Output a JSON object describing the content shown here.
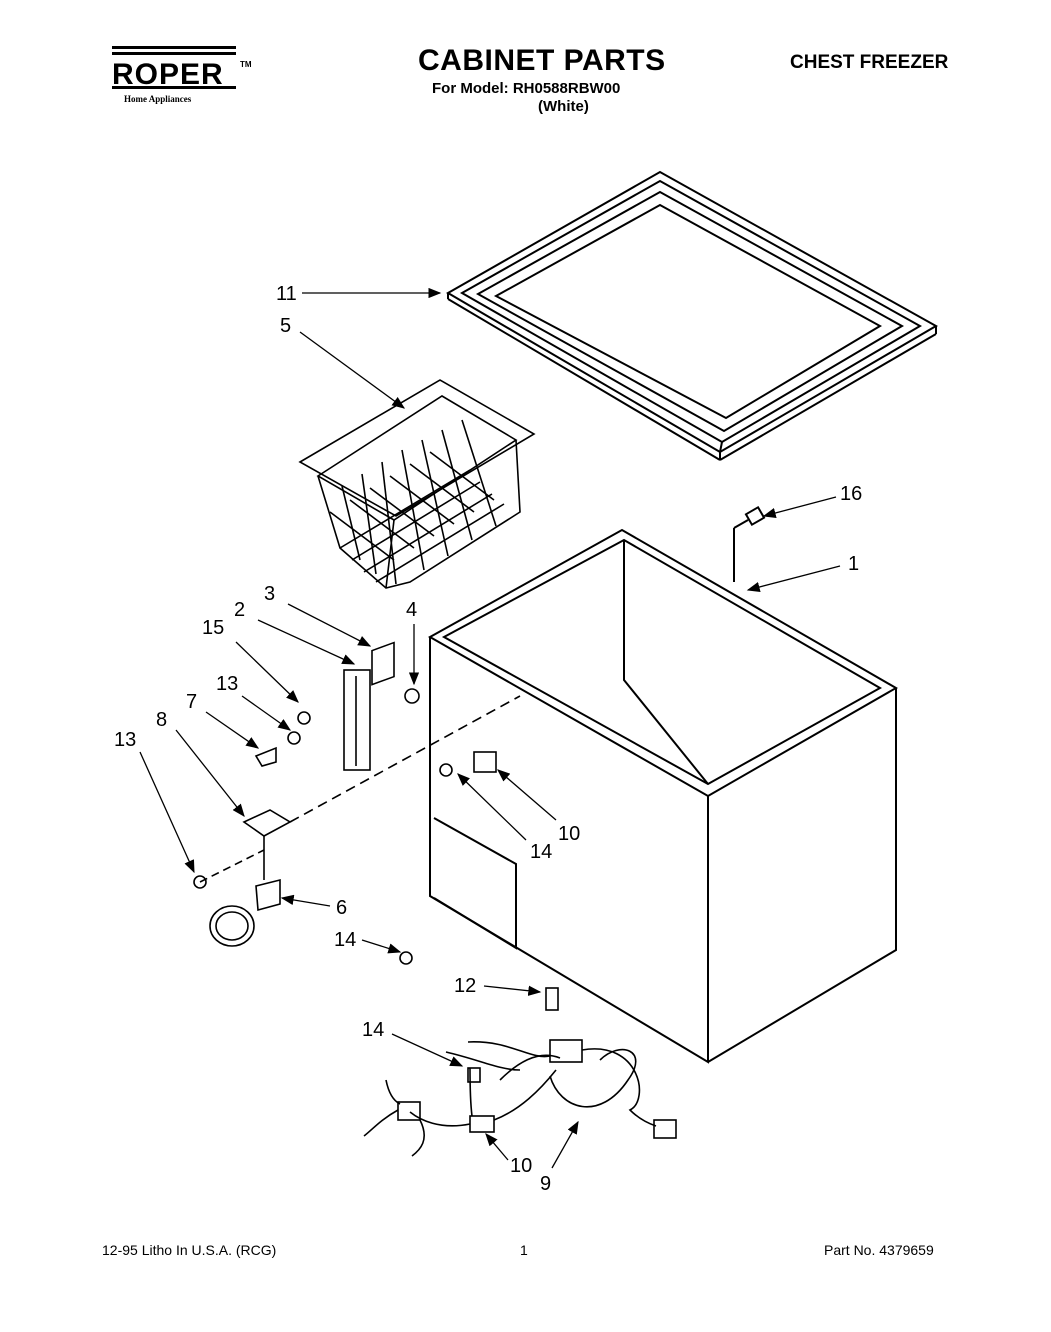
{
  "header": {
    "brand": "ROPER",
    "brand_tm": "TM",
    "brand_tagline": "Home Appliances",
    "title": "CABINET PARTS",
    "model_line": "For Model: RH0588RBW00",
    "color_line": "(White)",
    "product": "CHEST FREEZER"
  },
  "callouts": [
    {
      "id": "c11",
      "label": "11"
    },
    {
      "id": "c5",
      "label": "5"
    },
    {
      "id": "c16",
      "label": "16"
    },
    {
      "id": "c1",
      "label": "1"
    },
    {
      "id": "c3",
      "label": "3"
    },
    {
      "id": "c2",
      "label": "2"
    },
    {
      "id": "c4",
      "label": "4"
    },
    {
      "id": "c15",
      "label": "15"
    },
    {
      "id": "c13a",
      "label": "13"
    },
    {
      "id": "c7",
      "label": "7"
    },
    {
      "id": "c8",
      "label": "8"
    },
    {
      "id": "c13b",
      "label": "13"
    },
    {
      "id": "c10a",
      "label": "10"
    },
    {
      "id": "c14a",
      "label": "14"
    },
    {
      "id": "c6",
      "label": "6"
    },
    {
      "id": "c14b",
      "label": "14"
    },
    {
      "id": "c12",
      "label": "12"
    },
    {
      "id": "c14c",
      "label": "14"
    },
    {
      "id": "c10b",
      "label": "10"
    },
    {
      "id": "c9",
      "label": "9"
    }
  ],
  "footer": {
    "left": "12-95 Litho In U.S.A. (RCG)",
    "page": "1",
    "part_no": "Part No. 4379659"
  }
}
